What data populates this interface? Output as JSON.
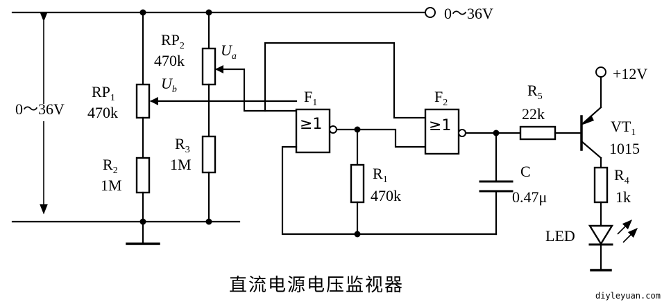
{
  "labels": {
    "supply_label": "0～36V",
    "input_range_label": "0～36V",
    "rp1_name": "RP",
    "rp1_sub": "1",
    "rp1_value": "470k",
    "rp2_name": "RP",
    "rp2_sub": "2",
    "rp2_value": "470k",
    "ua_name": "U",
    "ua_sub": "a",
    "ub_name": "U",
    "ub_sub": "b",
    "r2_name": "R",
    "r2_sub": "2",
    "r2_value": "1M",
    "r3_name": "R",
    "r3_sub": "3",
    "r3_value": "1M",
    "f1_name": "F",
    "f1_sub": "1",
    "f2_name": "F",
    "f2_sub": "2",
    "gate_symbol": "≥1",
    "r1_name": "R",
    "r1_sub": "1",
    "r1_value": "470k",
    "r5_name": "R",
    "r5_sub": "5",
    "r5_value": "22k",
    "c_name": "C",
    "c_value": "0.47μ",
    "vt1_name": "VT",
    "vt1_sub": "1",
    "vt1_value": "1015",
    "r4_name": "R",
    "r4_sub": "4",
    "r4_value": "1k",
    "vcc_label": "+12V",
    "led_label": "LED"
  },
  "caption": "直流电源电压监视器",
  "watermark": "diyleyuan.com"
}
